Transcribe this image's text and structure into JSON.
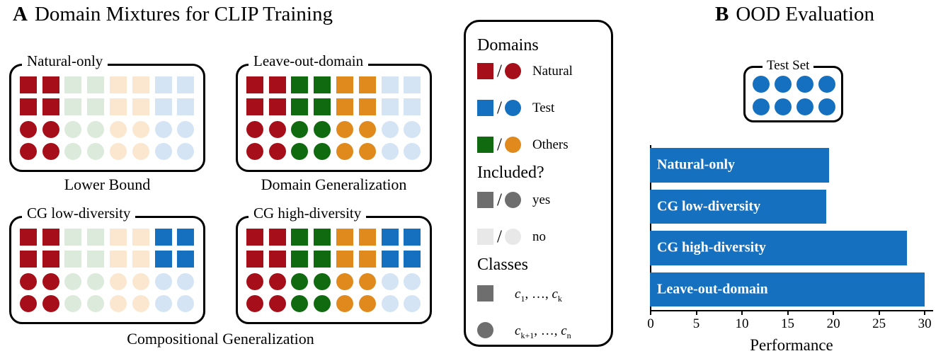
{
  "panelA": {
    "tag": "A",
    "title": "Domain Mixtures for CLIP Training",
    "captions": {
      "lower_bound": "Lower Bound",
      "domain_generalization": "Domain Generalization",
      "compositional_generalization": "Compositional Generalization"
    },
    "groups": [
      {
        "label": "Natural-only",
        "columns": [
          "natural-on",
          "natural-on",
          "others-green-off",
          "others-green-off",
          "others-orange-off",
          "others-orange-off",
          "test-off",
          "test-off"
        ],
        "circles": [
          "natural-on",
          "natural-on",
          "others-green-off",
          "others-green-off",
          "others-orange-off",
          "others-orange-off",
          "test-off",
          "test-off"
        ]
      },
      {
        "label": "Leave-out-domain",
        "columns": [
          "natural-on",
          "natural-on",
          "others-green-on",
          "others-green-on",
          "others-orange-on",
          "others-orange-on",
          "test-off",
          "test-off"
        ],
        "circles": [
          "natural-on",
          "natural-on",
          "others-green-on",
          "others-green-on",
          "others-orange-on",
          "others-orange-on",
          "test-off",
          "test-off"
        ]
      },
      {
        "label": "CG low-diversity",
        "columns": [
          "natural-on",
          "natural-on",
          "others-green-off",
          "others-green-off",
          "others-orange-off",
          "others-orange-off",
          "test-on",
          "test-on"
        ],
        "circles": [
          "natural-on",
          "natural-on",
          "others-green-off",
          "others-green-off",
          "others-orange-off",
          "others-orange-off",
          "test-off",
          "test-off"
        ]
      },
      {
        "label": "CG high-diversity",
        "columns": [
          "natural-on",
          "natural-on",
          "others-green-on",
          "others-green-on",
          "others-orange-on",
          "others-orange-on",
          "test-on",
          "test-on"
        ],
        "circles": [
          "natural-on",
          "natural-on",
          "others-green-on",
          "others-green-on",
          "others-orange-on",
          "others-orange-on",
          "test-off",
          "test-off"
        ]
      }
    ]
  },
  "legend": {
    "sections": [
      {
        "heading": "Domains",
        "rows": [
          {
            "square": "natural-on",
            "circle": "natural-on",
            "text": "Natural"
          },
          {
            "square": "test-on",
            "circle": "test-on",
            "text": "Test"
          },
          {
            "square": "others-green-on",
            "circle": "others-orange-on",
            "text": "Others"
          }
        ]
      },
      {
        "heading": "Included?",
        "rows": [
          {
            "square": "gray-on",
            "circle": "gray-on",
            "text": "yes"
          },
          {
            "square": "gray-off",
            "circle": "gray-off",
            "text": "no"
          }
        ]
      },
      {
        "heading": "Classes",
        "rows": [
          {
            "square": "gray-on",
            "math": "c1, ... , ck"
          },
          {
            "circle": "gray-on",
            "math": "ck+1, ... , cn"
          }
        ]
      }
    ],
    "slash": "/"
  },
  "panelB": {
    "tag": "B",
    "title": "OOD Evaluation",
    "test_set": {
      "label": "Test Set",
      "dot_count": 8,
      "color": "#1570c0"
    }
  },
  "chart_data": {
    "type": "bar",
    "orientation": "horizontal",
    "title": "OOD Evaluation",
    "xlabel": "Performance",
    "ylabel": "",
    "categories": [
      "Natural-only",
      "CG low-diversity",
      "CG high-diversity",
      "Leave-out-domain"
    ],
    "values": [
      19.6,
      19.3,
      28.1,
      30.1
    ],
    "xlim": [
      0,
      31
    ],
    "xticks": [
      0,
      5,
      10,
      15,
      20,
      25,
      30
    ],
    "xticklabels": [
      "0",
      "5",
      "10",
      "15",
      "20",
      "25",
      "30"
    ],
    "grid": false,
    "legend": "none",
    "bar_color": "#1570c0",
    "bar_label_color": "#ffffff"
  },
  "colors": {
    "natural": "#a60f1a",
    "natural_faded": "#f7e0e1",
    "test": "#1570c0",
    "test_faded": "#d4e4f4",
    "green": "#106a10",
    "green_faded": "#dbeadb",
    "orange": "#e08a1e",
    "orange_faded": "#fbe7cf",
    "gray_on": "#6e6e6e",
    "gray_off": "#e8e8e8",
    "outline": "#000000"
  }
}
